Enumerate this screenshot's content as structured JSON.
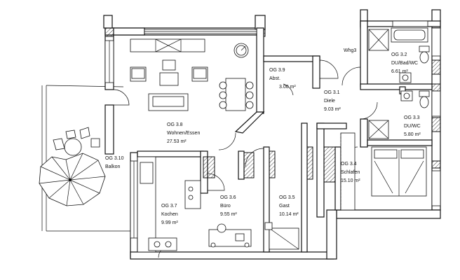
{
  "apartment": {
    "label": "Whg3"
  },
  "rooms": [
    {
      "id": "r39",
      "code": "OG 3.9",
      "name": "Abst.",
      "area": "3.00 m²"
    },
    {
      "id": "r31",
      "code": "OG 3.1",
      "name": "Diele",
      "area": "9.03 m²"
    },
    {
      "id": "r32",
      "code": "OG 3.2",
      "name": "DU/Bad/WC",
      "area": "6.61 m²"
    },
    {
      "id": "r33",
      "code": "OG 3.3",
      "name": "DU/WC",
      "area": "5.80 m²"
    },
    {
      "id": "r38",
      "code": "OG 3.8",
      "name": "Wohnen/Essen",
      "area": "27.53 m²"
    },
    {
      "id": "r34",
      "code": "OG 3.4",
      "name": "Schlafen",
      "area": "15.10 m²"
    },
    {
      "id": "r310",
      "code": "OG 3.10",
      "name": "Balkon",
      "area": ""
    },
    {
      "id": "r36",
      "code": "OG 3.6",
      "name": "Büro",
      "area": "9.55 m²"
    },
    {
      "id": "r35",
      "code": "OG 3.5",
      "name": "Gast",
      "area": "10.14 m²"
    },
    {
      "id": "r37",
      "code": "OG 3.7",
      "name": "Kochen",
      "area": "9.99 m²"
    }
  ]
}
